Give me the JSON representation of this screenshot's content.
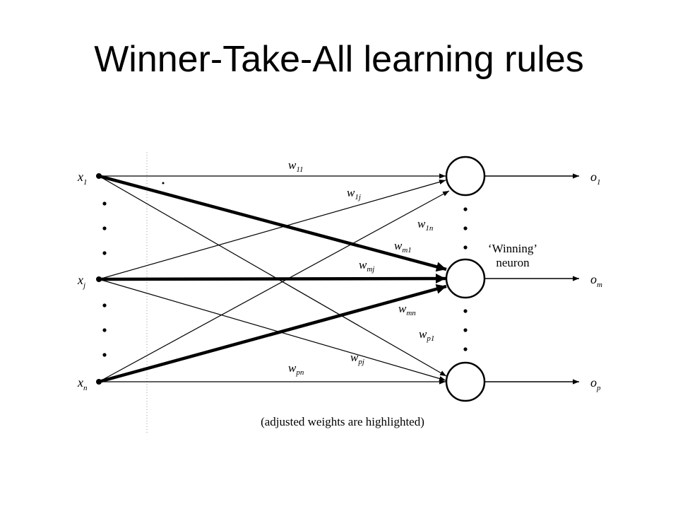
{
  "title": "Winner-Take-All learning rules",
  "diagram": {
    "inputs": [
      {
        "main": "x",
        "sub": "1"
      },
      {
        "main": "x",
        "sub": "j"
      },
      {
        "main": "x",
        "sub": "n"
      }
    ],
    "outputs": [
      {
        "main": "o",
        "sub": "1"
      },
      {
        "main": "o",
        "sub": "m"
      },
      {
        "main": "o",
        "sub": "p"
      }
    ],
    "weights": [
      {
        "main": "w",
        "sub": "11"
      },
      {
        "main": "w",
        "sub": "1j"
      },
      {
        "main": "w",
        "sub": "1n"
      },
      {
        "main": "w",
        "sub": "m1"
      },
      {
        "main": "w",
        "sub": "mj"
      },
      {
        "main": "w",
        "sub": "mn"
      },
      {
        "main": "w",
        "sub": "p1"
      },
      {
        "main": "w",
        "sub": "pj"
      },
      {
        "main": "w",
        "sub": "pn"
      }
    ],
    "winner_label_line1": "‘Winning’",
    "winner_label_line2": "neuron",
    "caption": "(adjusted weights are highlighted)"
  }
}
